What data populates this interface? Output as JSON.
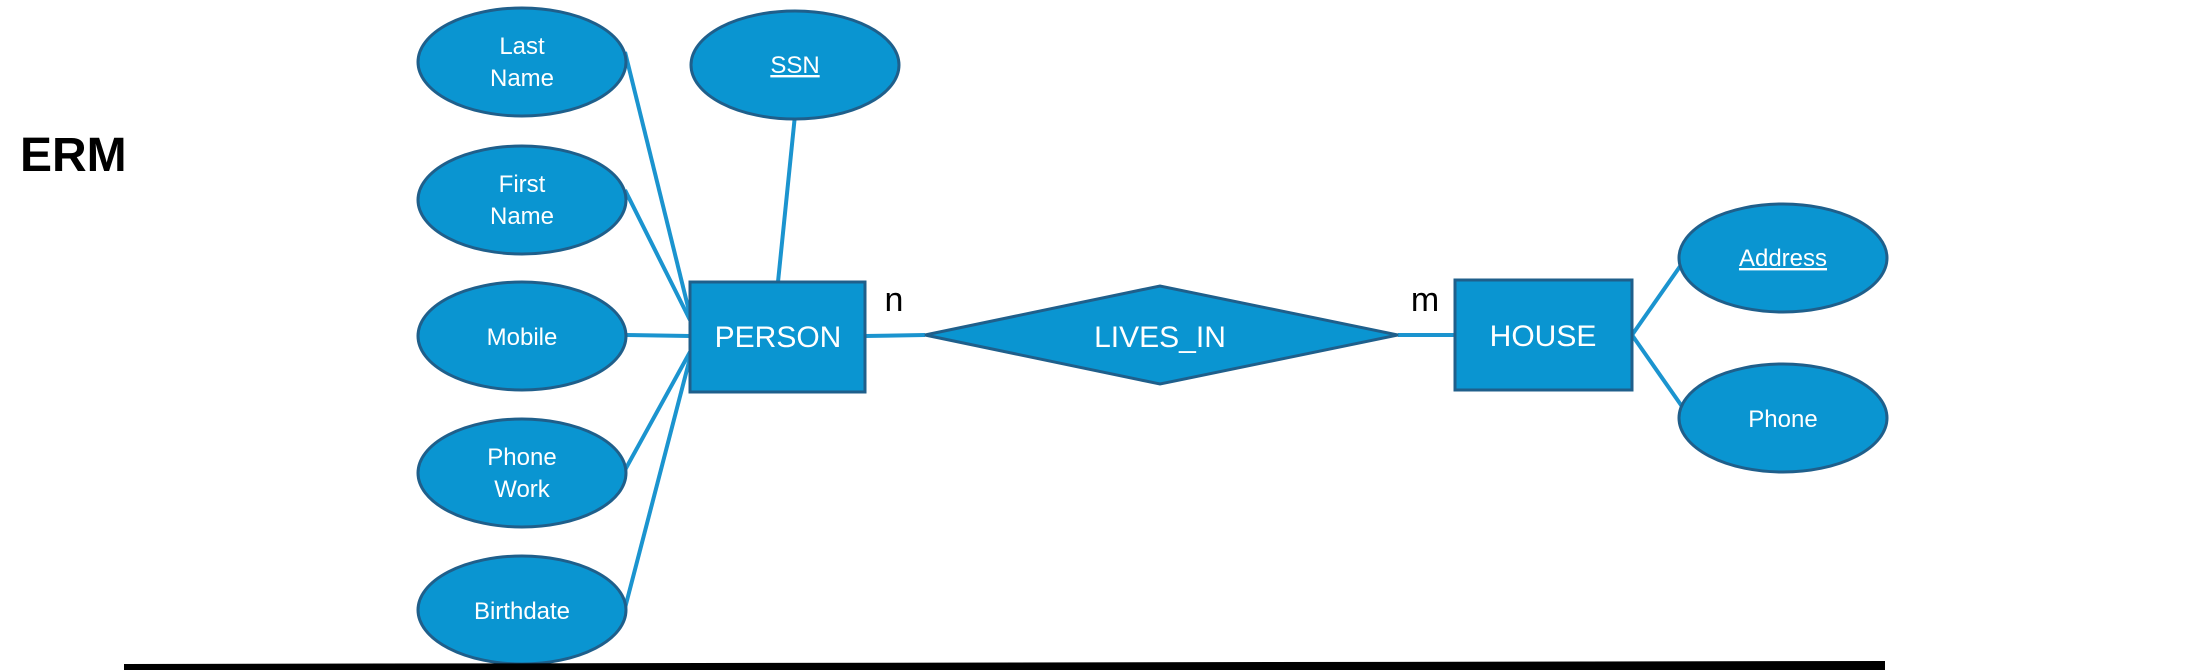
{
  "title": "ERM",
  "colors": {
    "fill": "#0a95d1",
    "stroke": "#1f5f8b",
    "line": "#1b94cf",
    "text": "#ffffff"
  },
  "entities": {
    "person": "PERSON",
    "house": "HOUSE"
  },
  "relationship": {
    "label": "LIVES_IN",
    "cardinality_person": "n",
    "cardinality_house": "m"
  },
  "attributes": {
    "last_name": [
      "Last",
      "Name"
    ],
    "first_name": [
      "First",
      "Name"
    ],
    "mobile": "Mobile",
    "phone_work": [
      "Phone",
      "Work"
    ],
    "birthdate": "Birthdate",
    "ssn": "SSN",
    "address": "Address",
    "phone": "Phone"
  }
}
